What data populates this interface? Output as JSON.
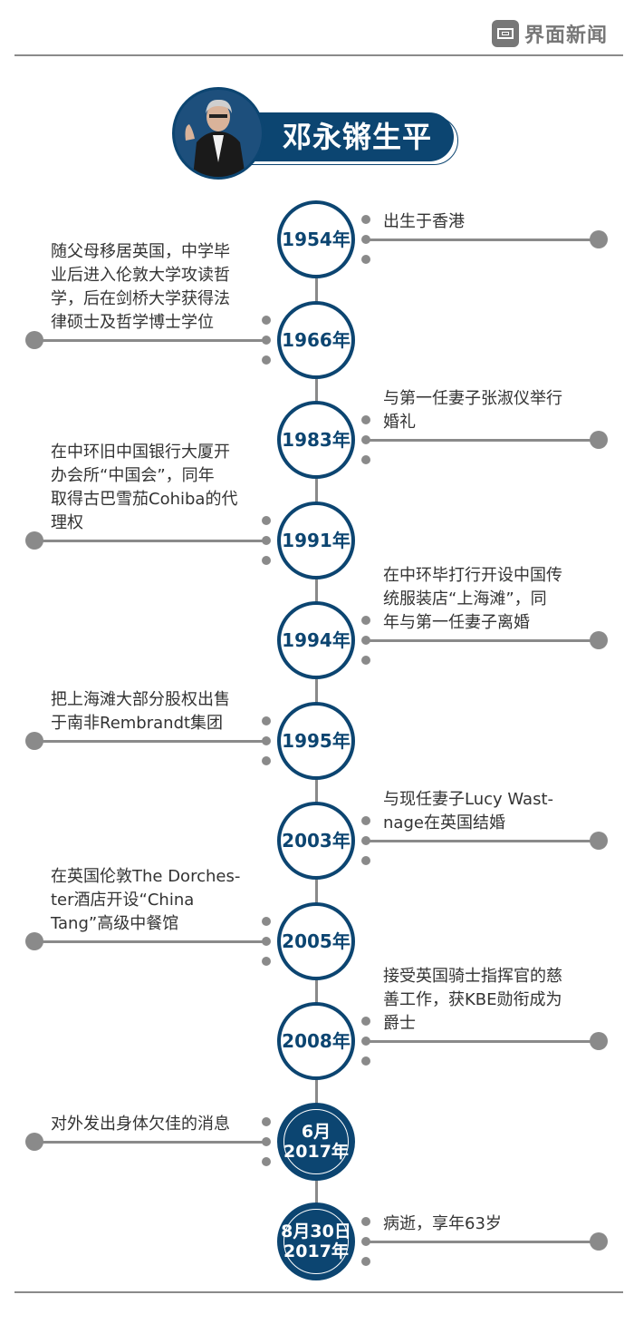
{
  "brand": {
    "name": "界面新闻",
    "logo_icon": "jiemian-logo-icon"
  },
  "title": {
    "text": "邓永锵生平",
    "avatar": "portrait-photo"
  },
  "colors": {
    "accent": "#0c4571",
    "line": "#8a8a8a",
    "text": "#333333"
  },
  "events": [
    {
      "date": "1954年",
      "side": "right",
      "filled": false,
      "text": "出生于香港"
    },
    {
      "date": "1966年",
      "side": "left",
      "filled": false,
      "text": "随父母移居英国，中学毕\n业后进入伦敦大学攻读哲\n学，后在剑桥大学获得法\n律硕士及哲学博士学位"
    },
    {
      "date": "1983年",
      "side": "right",
      "filled": false,
      "text": "与第一任妻子张淑仪举行\n婚礼"
    },
    {
      "date": "1991年",
      "side": "left",
      "filled": false,
      "text": "在中环旧中国银行大厦开\n办会所“中国会”，同年\n取得古巴雪茄Cohiba的代\n理权"
    },
    {
      "date": "1994年",
      "side": "right",
      "filled": false,
      "text": "在中环毕打行开设中国传\n统服装店“上海滩”，同\n年与第一任妻子离婚"
    },
    {
      "date": "1995年",
      "side": "left",
      "filled": false,
      "text": "把上海滩大部分股权出售\n于南非Rembrandt集团"
    },
    {
      "date": "2003年",
      "side": "right",
      "filled": false,
      "text": "与现任妻子Lucy Wast-\nnage在英国结婚"
    },
    {
      "date": "2005年",
      "side": "left",
      "filled": false,
      "text": "在英国伦敦The Dorches-\nter酒店开设“China\nTang”高级中餐馆"
    },
    {
      "date": "2008年",
      "side": "right",
      "filled": false,
      "text": "接受英国骑士指挥官的慈\n善工作，获KBE勋衔成为\n爵士"
    },
    {
      "date": "6月\n2017年",
      "side": "left",
      "filled": true,
      "text": "对外发出身体欠佳的消息"
    },
    {
      "date": "8月30日\n2017年",
      "side": "right",
      "filled": true,
      "text": "病逝，享年63岁"
    }
  ]
}
